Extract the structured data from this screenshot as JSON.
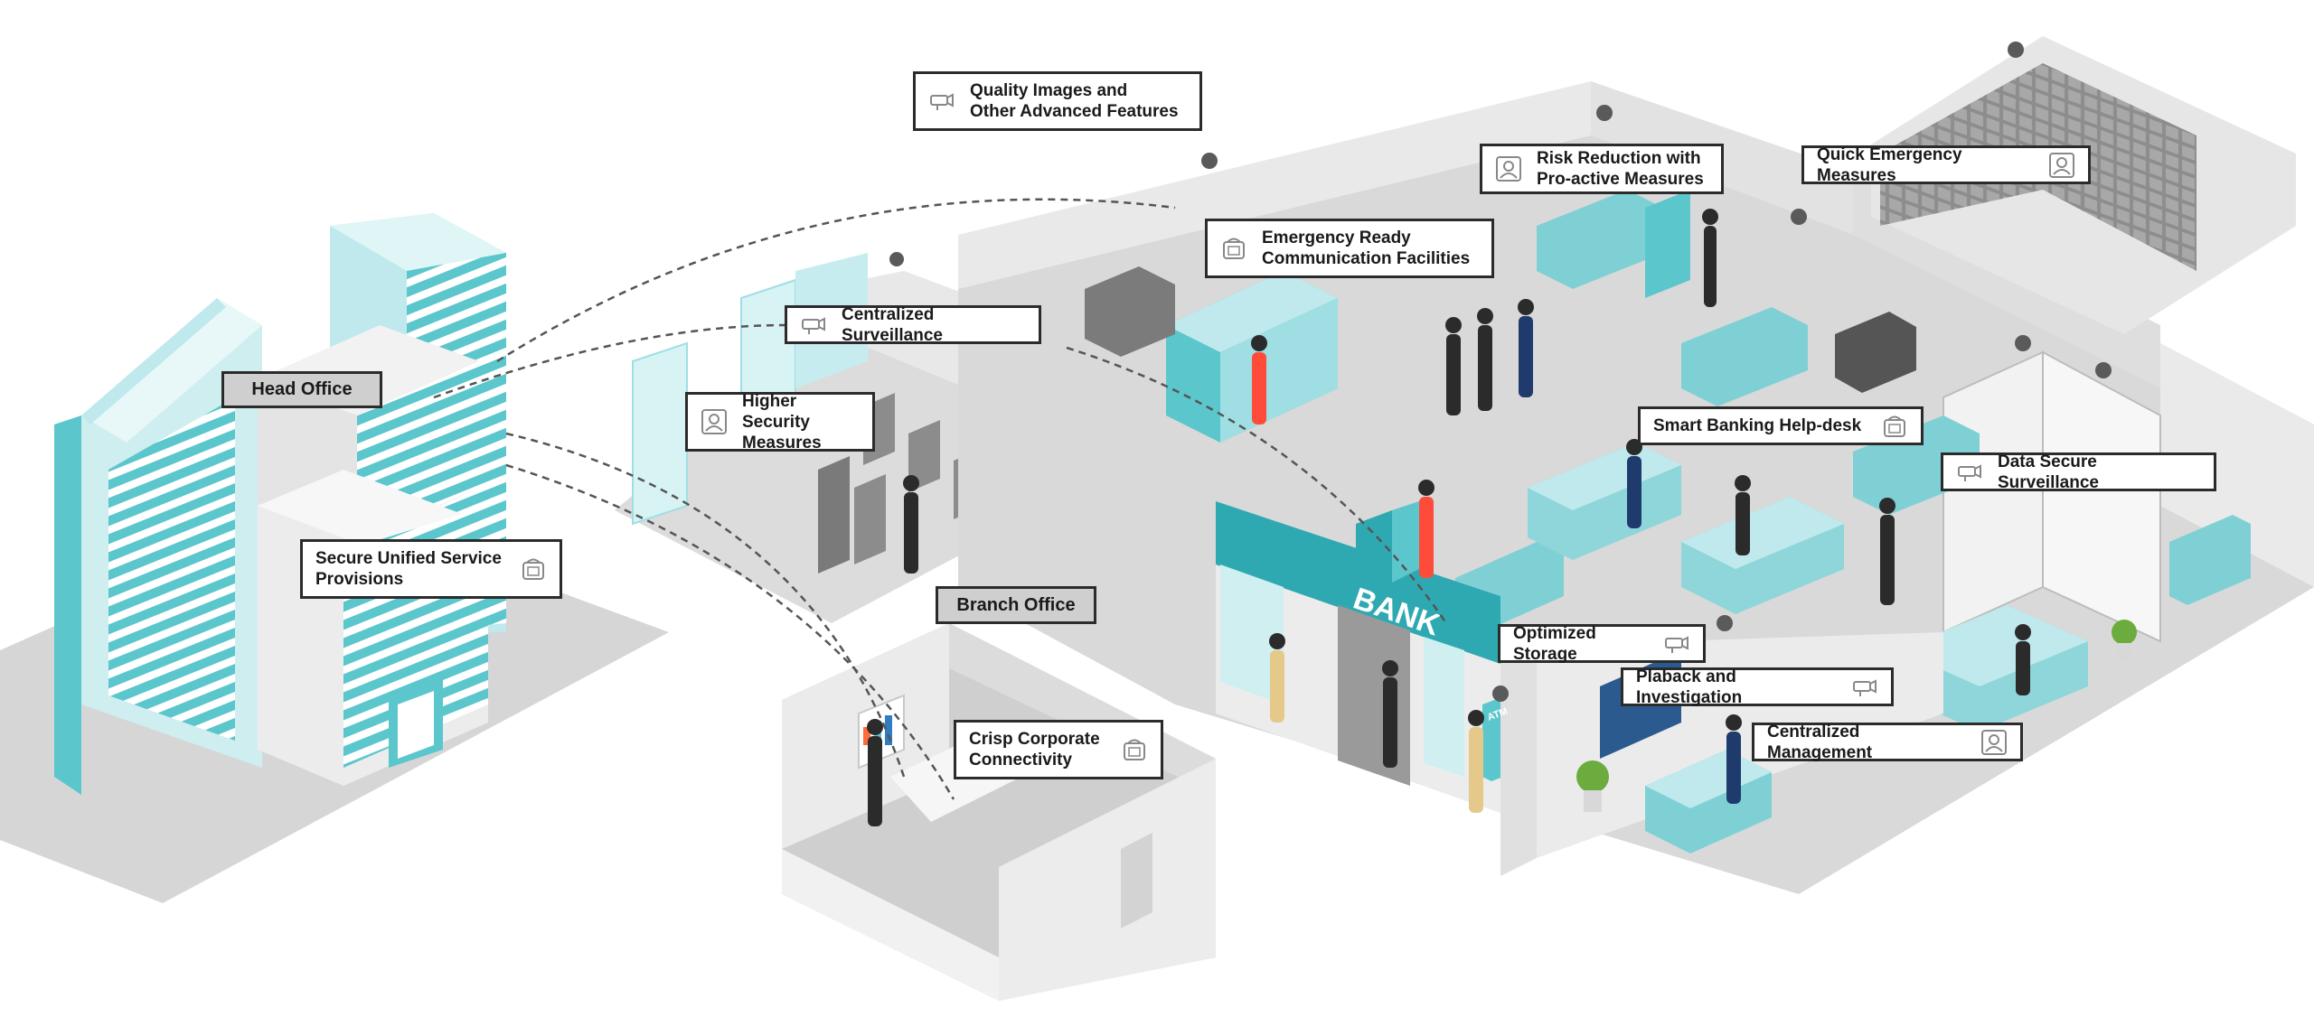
{
  "callouts": {
    "head_office": {
      "text": "Head Office"
    },
    "secure_unified": {
      "text": "Secure Unified Service\nProvisions",
      "icon": "phone-icon"
    },
    "quality_images": {
      "text": "Quality Images and\nOther Advanced Features",
      "icon": "camera-icon"
    },
    "centralized_surveillance": {
      "text": "Centralized Surveillance",
      "icon": "camera-icon"
    },
    "higher_security": {
      "text": "Higher Security\nMeasures",
      "icon": "security-user-icon"
    },
    "branch_office": {
      "text": "Branch Office"
    },
    "crisp_corporate": {
      "text": "Crisp Corporate\nConnectivity",
      "icon": "phone-icon"
    },
    "emergency_ready": {
      "text": "Emergency Ready\nCommunication Facilities",
      "icon": "phone-icon"
    },
    "risk_reduction": {
      "text": "Risk Reduction with\nPro-active Measures",
      "icon": "security-user-icon"
    },
    "quick_emergency": {
      "text": "Quick Emergency Measures",
      "icon": "security-user-icon"
    },
    "smart_banking": {
      "text": "Smart Banking Help-desk",
      "icon": "phone-icon"
    },
    "data_secure": {
      "text": "Data Secure Surveillance",
      "icon": "camera-icon"
    },
    "optimized_storage": {
      "text": "Optimized Storage",
      "icon": "camera-icon"
    },
    "playback": {
      "text": "Plaback and Investigation",
      "icon": "camera-icon"
    },
    "centralized_mgmt": {
      "text": "Centralized Management",
      "icon": "security-user-icon"
    }
  },
  "signs": {
    "bank": "BANK",
    "atm": "ATM"
  },
  "colors": {
    "accent": "#5bc6cc",
    "accent_light": "#bfe9ec",
    "wall": "#e6e6e6",
    "floor": "#d2d2d2",
    "outline": "#2b2b2b"
  }
}
